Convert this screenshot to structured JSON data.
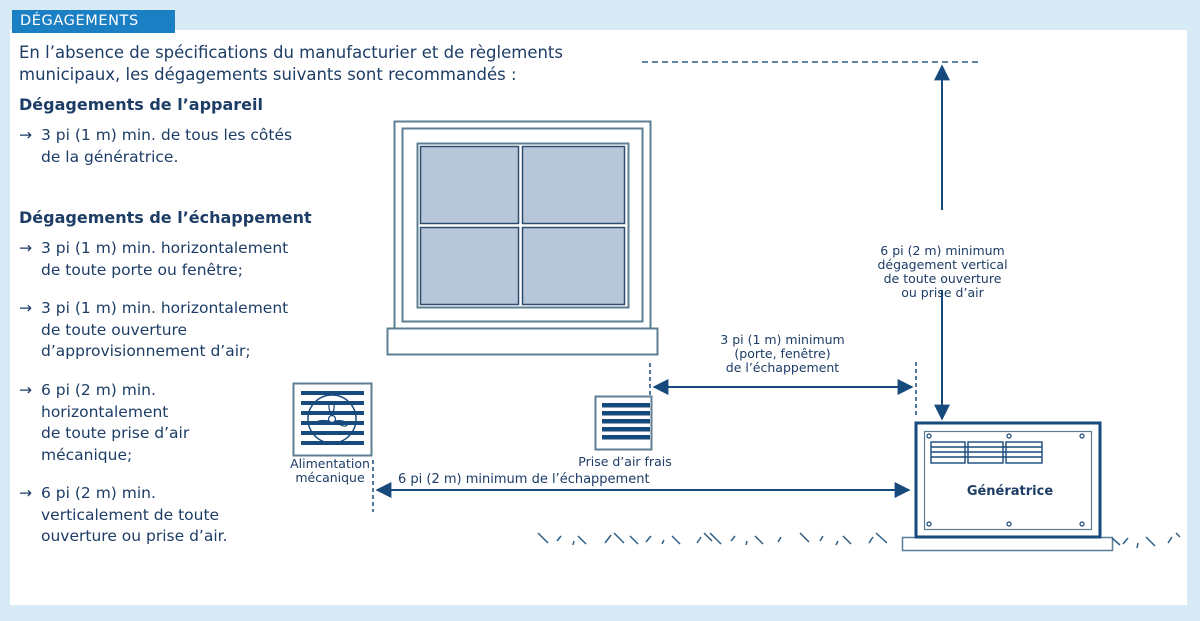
{
  "header": {
    "title": "DÉGAGEMENTS"
  },
  "intro": {
    "line1": "En l’absence de spécifications du manufacturier et de règlements",
    "line2": "municipaux, les dégagements suivants sont recommandés :"
  },
  "appliance": {
    "heading": "Dégagements de l’appareil",
    "items": [
      {
        "arrow": "→",
        "lines": [
          "3 pi (1 m) min. de tous les côtés",
          "de la génératrice."
        ]
      }
    ]
  },
  "exhaust": {
    "heading": "Dégagements de l’échappement",
    "items": [
      {
        "arrow": "→",
        "lines": [
          "3 pi (1 m) min. horizontalement",
          "de toute porte ou fenêtre;"
        ]
      },
      {
        "arrow": "→",
        "lines": [
          "3 pi (1 m) min. horizontalement",
          "de toute ouverture",
          "d’approvisionnement d’air;"
        ]
      },
      {
        "arrow": "→",
        "lines": [
          "6 pi (2 m) min.",
          "horizontalement",
          "de toute prise d’air",
          "mécanique;"
        ]
      },
      {
        "arrow": "→",
        "lines": [
          "6 pi (2 m) min.",
          "verticalement de toute",
          "ouverture ou prise d’air."
        ]
      }
    ]
  },
  "diagram": {
    "vertical_label": [
      "6 pi (2 m) minimum",
      "dégagement vertical",
      "de toute ouverture",
      "ou prise d’air"
    ],
    "door_label": [
      "3 pi (1 m) minimum",
      "(porte, fenêtre)",
      "de l’échappement"
    ],
    "mech_label": "6 pi (2 m) minimum de l’échappement",
    "mech_intake": [
      "Alimentation",
      "mécanique"
    ],
    "fresh_air": "Prise d’air frais",
    "generator": "Génératrice",
    "icons": [
      "window-icon",
      "fan-vent-icon",
      "fresh-air-vent-icon",
      "generator-icon",
      "ground-icon"
    ]
  },
  "colors": {
    "background": "#d7eaf5",
    "header": "#1b7fc4",
    "text": "#1d3d66",
    "line": "#174a7c",
    "window_glass": "#b8c6da",
    "frame": "#5e7f93"
  }
}
